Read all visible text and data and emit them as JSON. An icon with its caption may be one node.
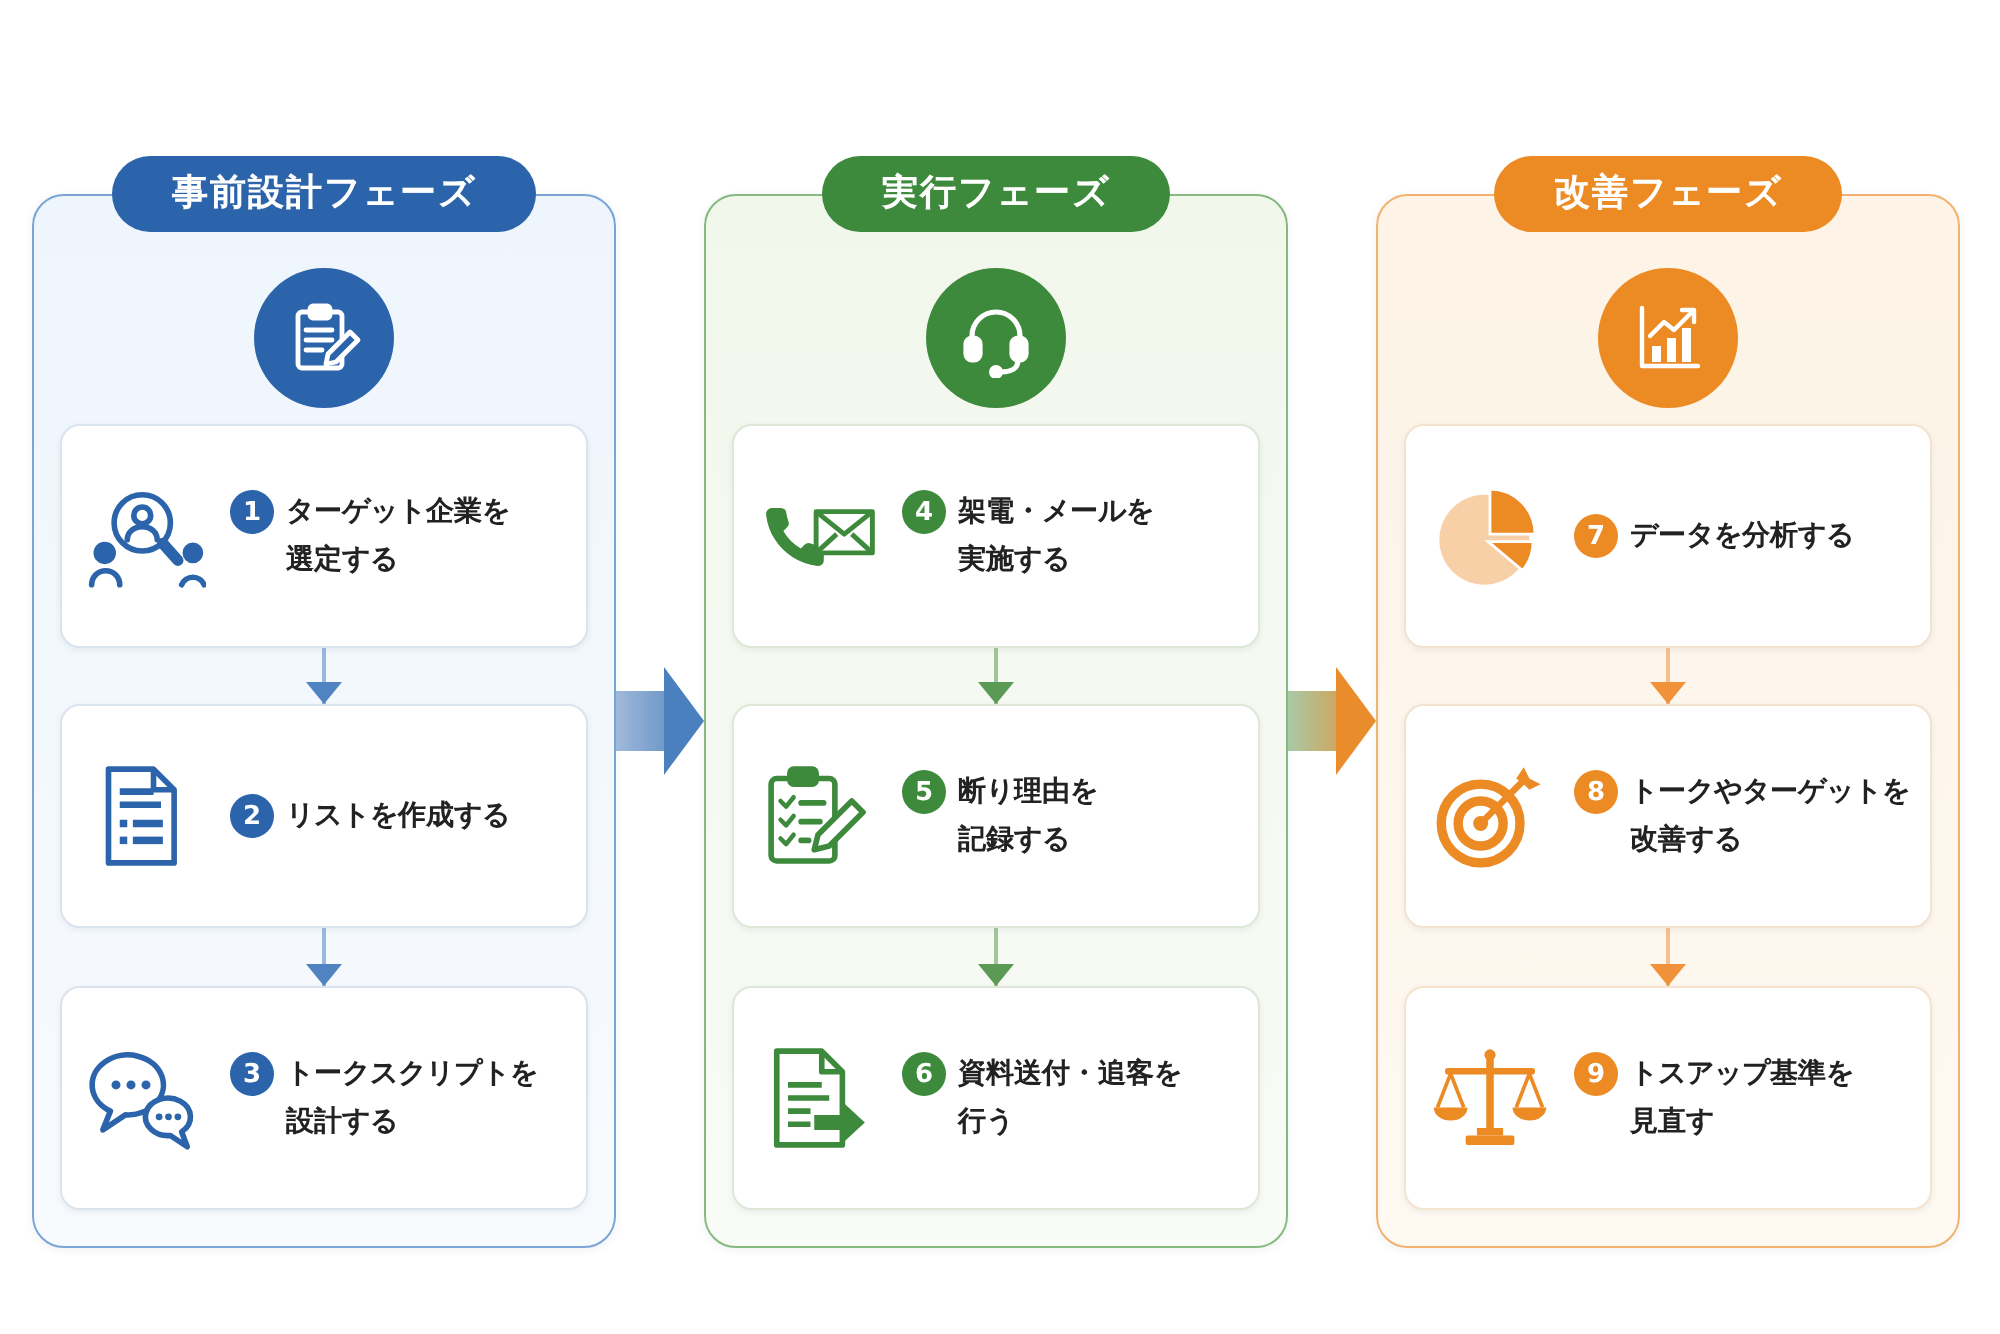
{
  "diagram": {
    "nodes": [
      {
        "text": [
          "事前設計フェーズ"
        ]
      },
      {
        "text": [
          "1",
          "ターゲット企業を選定する"
        ],
        "in": 0
      },
      {
        "text": [
          "2",
          "リストを作成する"
        ],
        "in": 0
      },
      {
        "text": [
          "3",
          "トークスクリプトを設計する"
        ],
        "in": 0
      },
      {
        "text": [
          "実行フェーズ"
        ]
      },
      {
        "text": [
          "4",
          "架電・メールを実施する"
        ],
        "in": 4
      },
      {
        "text": [
          "5",
          "断り理由を記録する"
        ],
        "in": 4
      },
      {
        "text": [
          "6",
          "資料送付・追客を行う"
        ],
        "in": 4
      },
      {
        "text": [
          "改善フェーズ"
        ]
      },
      {
        "text": [
          "7",
          "データを分析する"
        ],
        "in": 8
      },
      {
        "text": [
          "8",
          "トークやターゲットを改善する"
        ],
        "in": 8
      },
      {
        "text": [
          "9",
          "トスアップ基準を見直す"
        ],
        "in": 8
      }
    ],
    "edges": [
      {
        "from": 1,
        "to": 2,
        "arrow": "to",
        "color": "#4f83c2"
      },
      {
        "from": 2,
        "to": 3,
        "arrow": "to",
        "color": "#4f83c2"
      },
      {
        "from": 0,
        "to": 4,
        "arrow": "to",
        "style": "thick",
        "color": "#4a80bd"
      },
      {
        "from": 5,
        "to": 6,
        "arrow": "to",
        "color": "#5a9a55"
      },
      {
        "from": 6,
        "to": 7,
        "arrow": "to",
        "color": "#5a9a55"
      },
      {
        "from": 4,
        "to": 8,
        "arrow": "to",
        "style": "thick",
        "color": "#e98d2c"
      },
      {
        "from": 9,
        "to": 10,
        "arrow": "to",
        "color": "#f0923a"
      },
      {
        "from": 10,
        "to": 11,
        "arrow": "to",
        "color": "#f0923a"
      }
    ]
  }
}
